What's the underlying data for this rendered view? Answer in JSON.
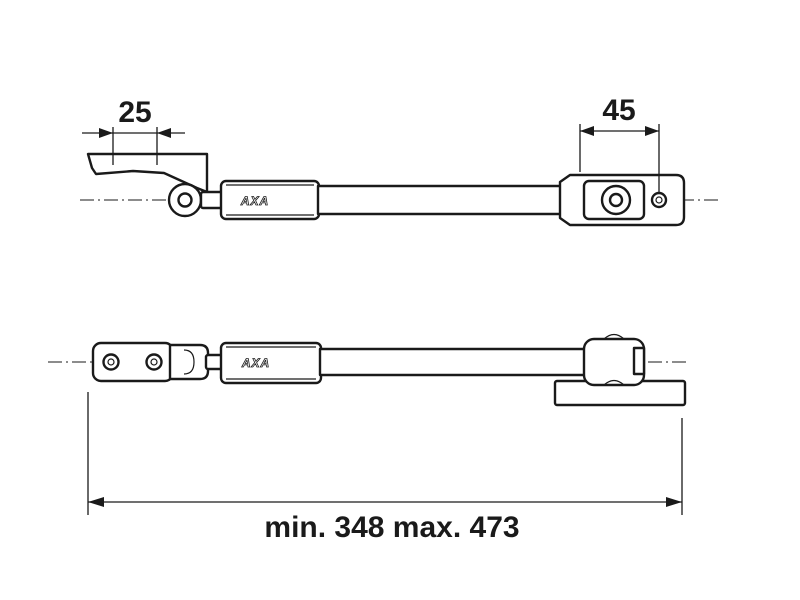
{
  "dimensions": {
    "top_left": "25",
    "top_right": "45",
    "overall": "min. 348 max. 473"
  },
  "brand": {
    "top": "AXA",
    "bottom": "AXA"
  },
  "colors": {
    "ink": "#1a1a1a",
    "paper": "#ffffff"
  }
}
